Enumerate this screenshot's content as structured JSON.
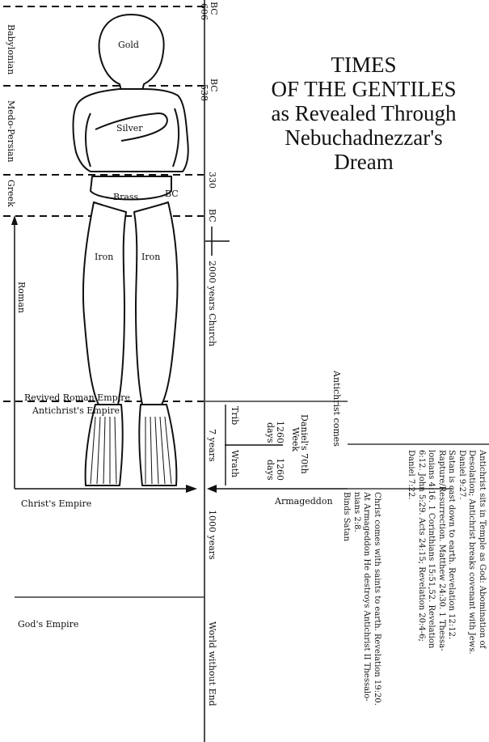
{
  "title": {
    "line1": "TIMES",
    "line2": "OF THE GENTILES",
    "line3": "as Revealed Through",
    "line4": "Nebuchadnezzar's",
    "line5": "Dream"
  },
  "statue": {
    "gold": "Gold",
    "silver": "Silver",
    "brass": "Brass",
    "brass_bc": "BC",
    "iron_left": "Iron",
    "iron_right": "Iron"
  },
  "empires": {
    "babylonian": "Babylonian",
    "medo_persian": "Medo-Persian",
    "greek": "Greek",
    "roman": "Roman",
    "revived_roman": "Revived Roman Empire",
    "antichrist_empire": "Antichrist's Empire",
    "christs_empire": "Christ's Empire",
    "gods_empire": "God's Empire"
  },
  "timeline": {
    "bc_606_era": "BC",
    "bc_606": "606",
    "bc_538_era": "BC",
    "bc_538": "538",
    "bc_330": "330",
    "bc_330_era": "BC",
    "church_age": "2000 years Church",
    "seven_years": "7 years",
    "thousand_years": "1000 years",
    "world_without_end": "World without End"
  },
  "week": {
    "antichrist_comes": "Antichrist comes",
    "daniels_70th": "Daniel's 70th",
    "week": "Week",
    "trib": "Trib",
    "wrath": "Wrath",
    "days_1260_a": "1260",
    "days_word_a": "days",
    "days_1260_b": "1260",
    "days_word_b": "days",
    "armageddon": "Armageddon"
  },
  "notes": {
    "antichrist_lines": [
      "Antichrist sits in Temple as God: Abomination of",
      "Desolation; Antichrist breaks covenant with Jews.",
      "Daniel 9:27.",
      "Satan is cast down to earth. Revelation 12:12.",
      "Rapture/Resurrection. Matthew 24:30. 1 Thessa-",
      "lonians 4:16. 1 Corinthians 15:51,52. Revelation",
      "6:12. John 5:29. Acts 24:15; Revelation 20:4-6;",
      "Daniel 7:22."
    ],
    "christ_lines": [
      "Christ comes with saints to earth. Revelation 19:20.",
      "At Armageddon He destroys Antichrist II Thessalo-",
      "nians 2:8.",
      "Binds Satan"
    ]
  }
}
